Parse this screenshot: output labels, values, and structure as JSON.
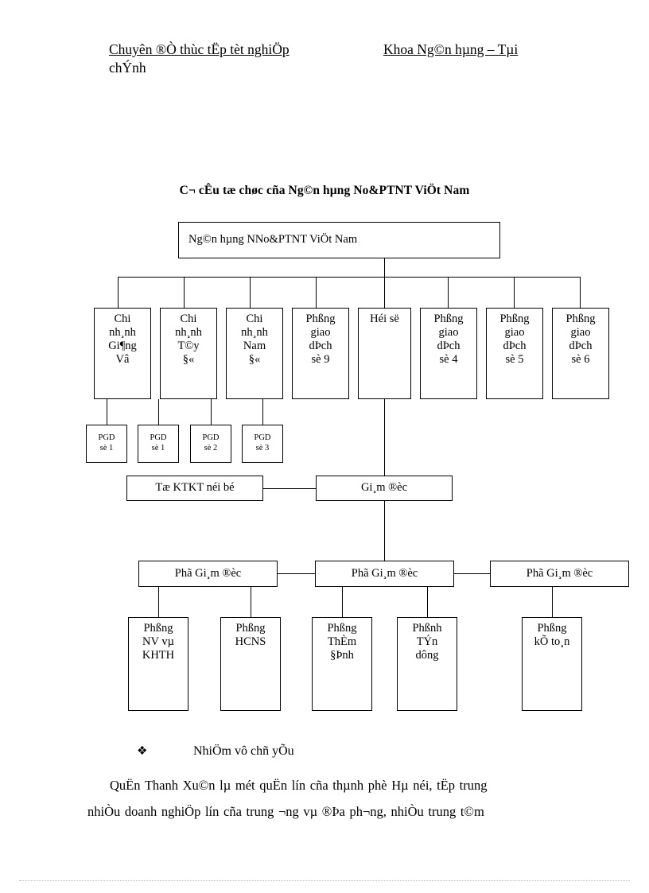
{
  "header": {
    "left": "Chuyên ®Ò thùc tËp tèt nghiÖp",
    "right": "Khoa Ng©n hµng – Tµi",
    "second_line": "chÝnh"
  },
  "chart_title": "C¬ cÊu tæ chøc cña Ng©n hµng No&PTNT ViÖt Nam",
  "org_chart": {
    "root": "Ng©n hµng NNo&PTNT ViÖt Nam",
    "level1": [
      "Chi\nnh¸nh\nGi¶ng\nVâ",
      "Chi\nnh¸nh\nT©y\n§«",
      "Chi\nnh¸nh\nNam\n§«",
      "Phßng\ngiao\ndÞch\nsè 9",
      "Héi  së",
      "Phßng\ngiao\ndÞch\nsè 4",
      "Phßng\ngiao\ndÞch\nsè 5",
      "Phßng\ngiao\ndÞch\nsè 6"
    ],
    "pgd": [
      "PGD\nsè 1",
      "PGD\nsè 1",
      "PGD\nsè 2",
      "PGD\nsè 3"
    ],
    "audit_unit": "Tæ KTKT néi bé",
    "director": "Gi¸m  ®èc",
    "deputies": [
      "Phã  Gi¸m  ®èc",
      "Phã Gi¸m  ®èc",
      "Phã Gi¸m ®èc"
    ],
    "departments": [
      "Phßng\nNV vµ\nKHTH",
      "Phßng\nHCNS",
      "Phßng\nThÈm\n§Þnh",
      "Phßnh\nTÝn\ndông",
      "Phßng\nkÕ to¸n"
    ]
  },
  "body": {
    "bullet_mark": "❖",
    "bullet_text": "NhiÖm vô chñ yÕu",
    "paragraph_line1": "QuËn  Thanh  Xu©n lµ mét quËn  lín cña thµnh phè Hµ néi,  tËp trung",
    "paragraph_line2": "nhiÒu  doanh nghiÖp lín cña trung ¬ng  vµ ®Þa ph¬ng,   nhiÒu trung t©m"
  }
}
